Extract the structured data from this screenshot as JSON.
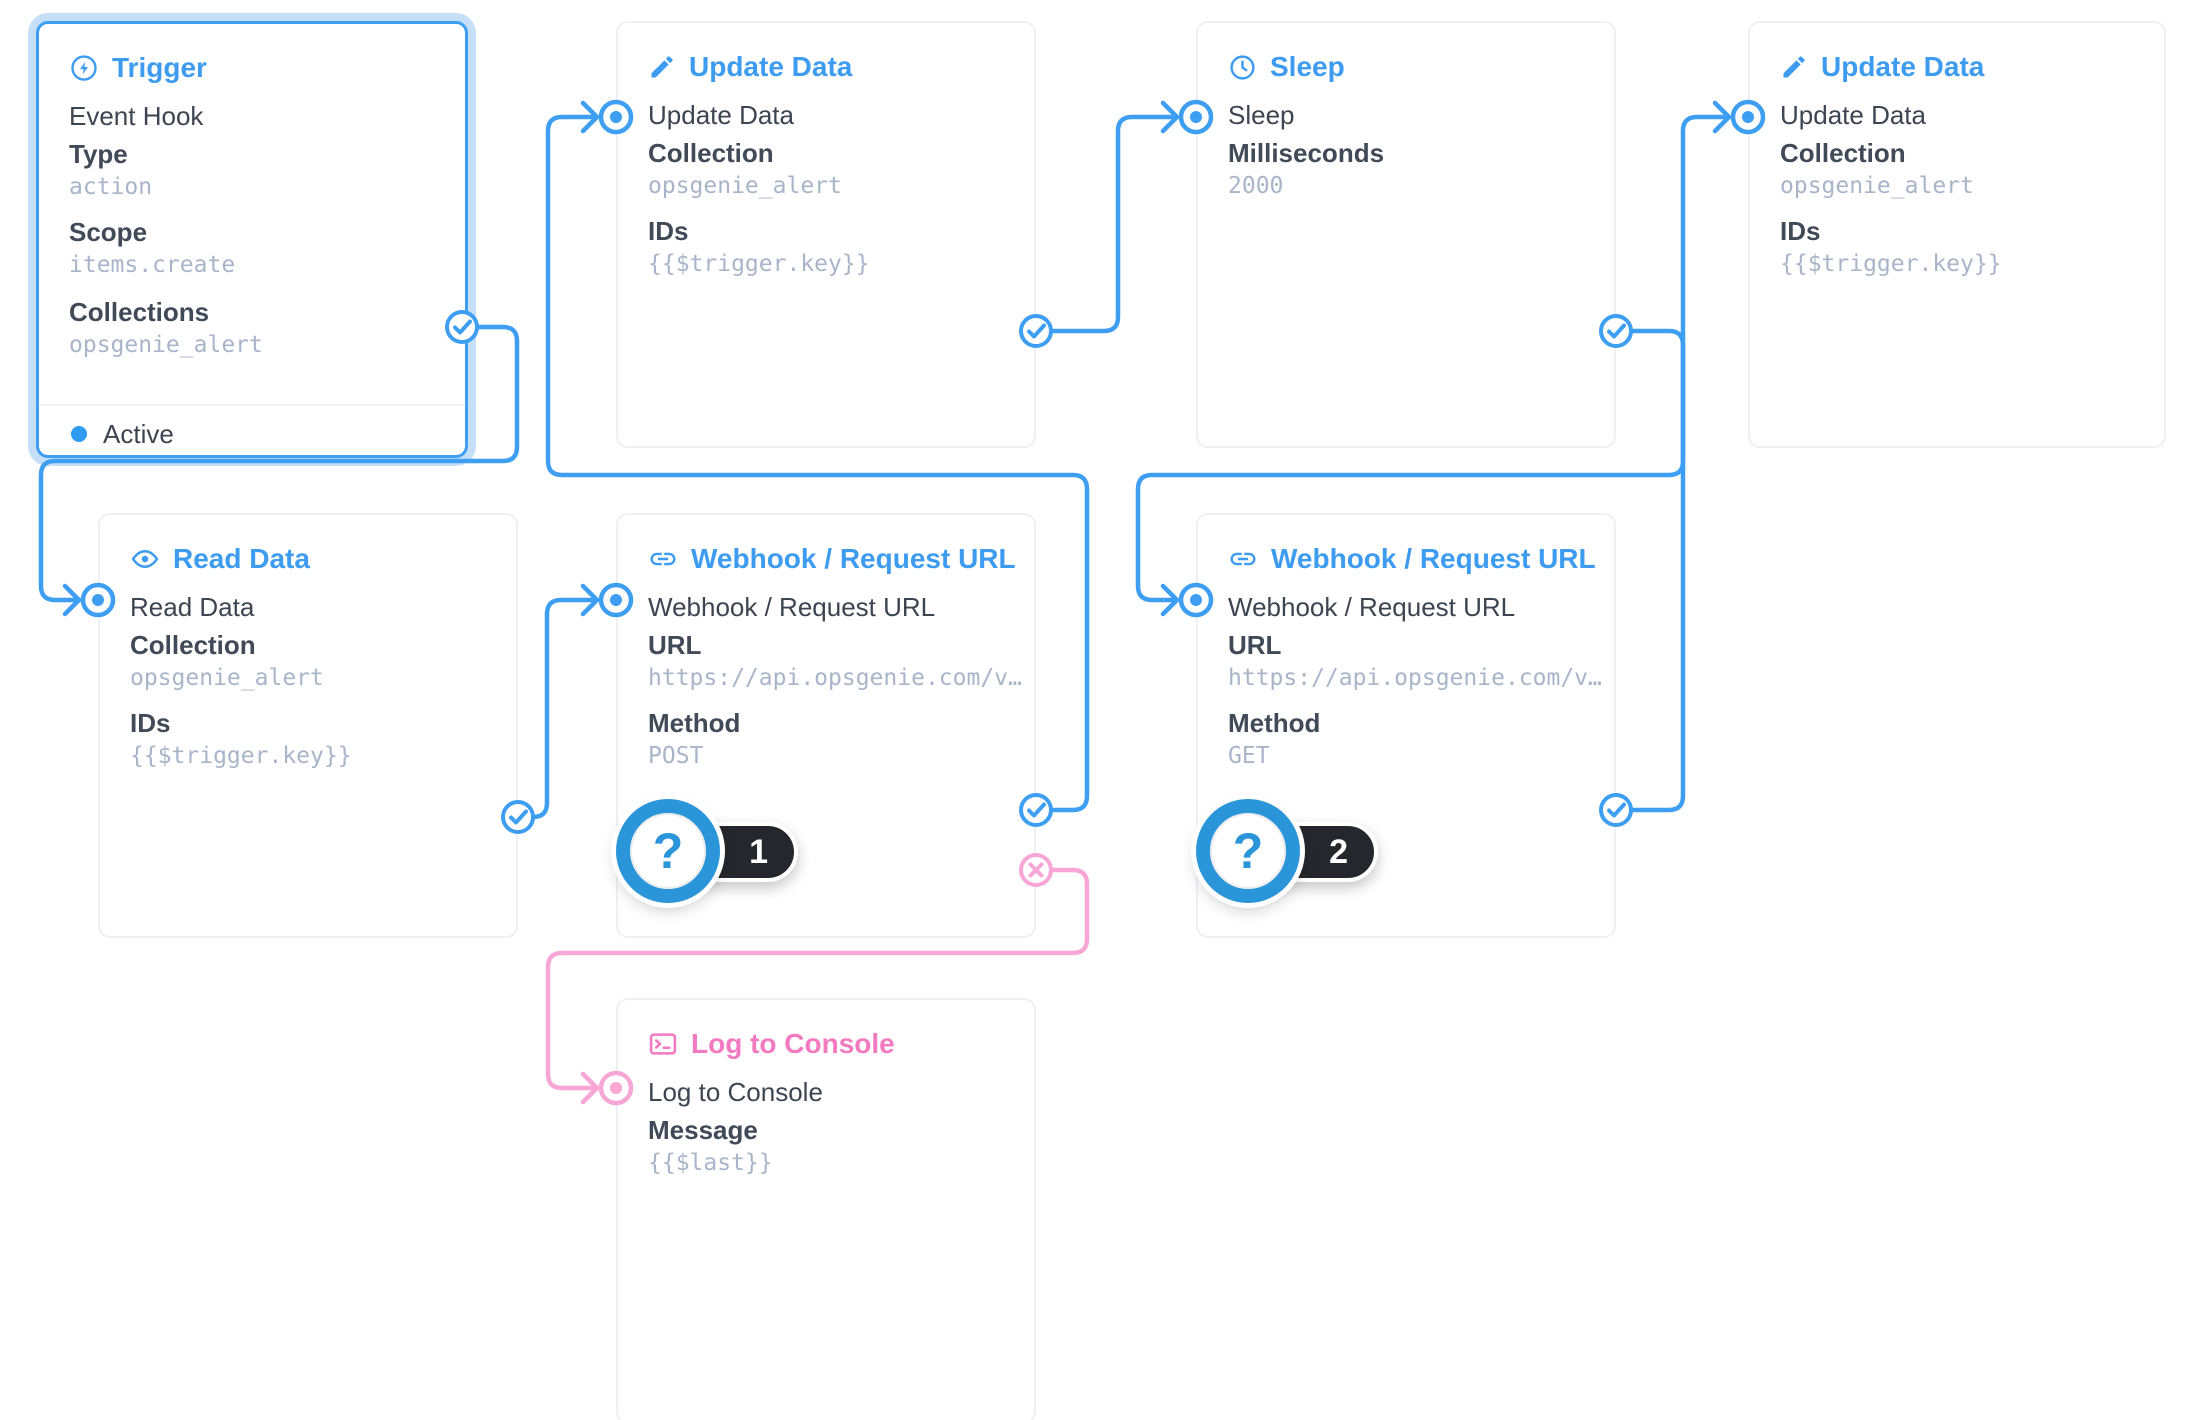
{
  "colors": {
    "accent_blue": "#3d9ef2",
    "badge_blue": "#2b95da",
    "pink_line": "#f8a6d6",
    "pink_text": "#f379c0",
    "text_dark": "#3d4550",
    "mono_gray": "#a8b5c9",
    "pill_dark": "#26272c"
  },
  "nodes": {
    "trigger": {
      "title": "Trigger",
      "icon": "zap-circle-icon",
      "name": "Event Hook",
      "fields": [
        {
          "label": "Type",
          "value": "action"
        },
        {
          "label": "Scope",
          "value": "items.create"
        },
        {
          "label": "Collections",
          "value": "opsgenie_alert"
        }
      ],
      "status": "Active"
    },
    "update1": {
      "title": "Update Data",
      "icon": "pencil-icon",
      "name": "Update Data",
      "fields": [
        {
          "label": "Collection",
          "value": "opsgenie_alert"
        },
        {
          "label": "IDs",
          "value": "{{$trigger.key}}"
        }
      ]
    },
    "sleep": {
      "title": "Sleep",
      "icon": "clock-icon",
      "name": "Sleep",
      "fields": [
        {
          "label": "Milliseconds",
          "value": "2000"
        }
      ]
    },
    "update2": {
      "title": "Update Data",
      "icon": "pencil-icon",
      "name": "Update Data",
      "fields": [
        {
          "label": "Collection",
          "value": "opsgenie_alert"
        },
        {
          "label": "IDs",
          "value": "{{$trigger.key}}"
        }
      ]
    },
    "read": {
      "title": "Read Data",
      "icon": "eye-icon",
      "name": "Read Data",
      "fields": [
        {
          "label": "Collection",
          "value": "opsgenie_alert"
        },
        {
          "label": "IDs",
          "value": "{{$trigger.key}}"
        }
      ]
    },
    "webhook1": {
      "title": "Webhook / Request URL",
      "icon": "link-icon",
      "name": "Webhook / Request URL",
      "fields": [
        {
          "label": "URL",
          "value": "https://api.opsgenie.com/v…"
        },
        {
          "label": "Method",
          "value": "POST"
        }
      ]
    },
    "webhook2": {
      "title": "Webhook / Request URL",
      "icon": "link-icon",
      "name": "Webhook / Request URL",
      "fields": [
        {
          "label": "URL",
          "value": "https://api.opsgenie.com/v…"
        },
        {
          "label": "Method",
          "value": "GET"
        }
      ]
    },
    "log": {
      "title": "Log to Console",
      "icon": "terminal-icon",
      "name": "Log to Console",
      "fields": [
        {
          "label": "Message",
          "value": "{{$last}}"
        }
      ]
    }
  },
  "badges": [
    {
      "glyph": "?",
      "label": "1"
    },
    {
      "glyph": "?",
      "label": "2"
    }
  ]
}
